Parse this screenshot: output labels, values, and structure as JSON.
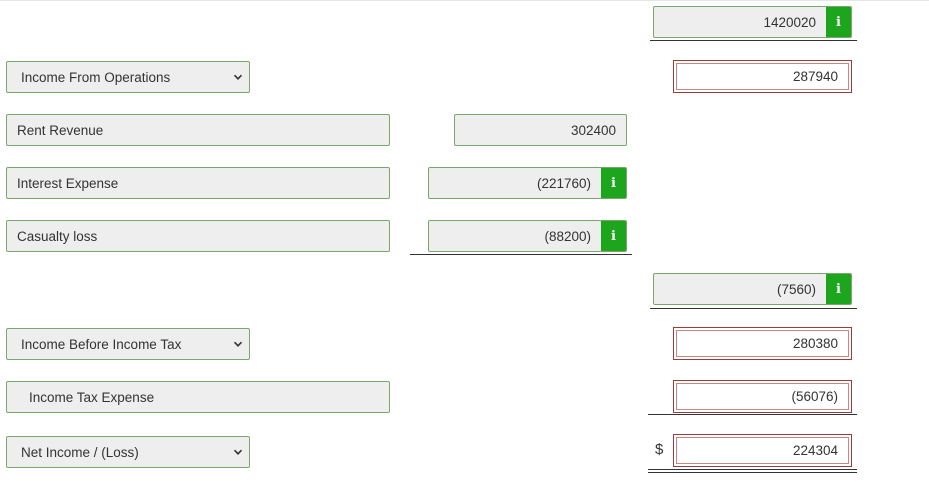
{
  "colors": {
    "green_border": "#7aa86a",
    "info_green": "#1ea51e",
    "red_border": "#9b3b3b"
  },
  "icons": {
    "info": "info-icon",
    "dropdown": "chevron-down-icon"
  },
  "info_glyph": "i",
  "currency": "$",
  "rows": {
    "top_total": {
      "value": "1420020"
    },
    "income_from_operations": {
      "label": "Income From Operations",
      "value": "287940"
    },
    "rent_revenue": {
      "label": "Rent Revenue",
      "value": "302400"
    },
    "interest_expense": {
      "label": "Interest Expense",
      "value": "(221760)"
    },
    "casualty_loss": {
      "label": "Casualty loss",
      "value": "(88200)"
    },
    "other_total": {
      "value": "(7560)"
    },
    "income_before_tax": {
      "label": "Income Before Income Tax",
      "value": "280380"
    },
    "income_tax_expense": {
      "label": "Income Tax Expense",
      "value": "(56076)"
    },
    "net_income": {
      "label": "Net Income / (Loss)",
      "value": "224304"
    }
  }
}
